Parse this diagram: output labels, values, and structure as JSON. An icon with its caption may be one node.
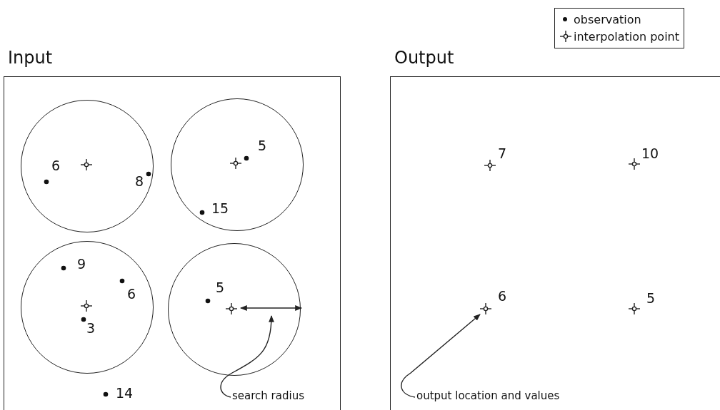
{
  "diagram": {
    "nodes": [
      {
        "text": [
          "Input"
        ]
      },
      {
        "text": [],
        "shape": "circle",
        "in": 0
      },
      {
        "text": [],
        "shape": "circle",
        "in": 0
      },
      {
        "text": [],
        "shape": "circle",
        "in": 0
      },
      {
        "text": [],
        "shape": "circle",
        "in": 0
      },
      {
        "text": [
          "search radius"
        ],
        "in": 0
      },
      {
        "text": [
          "Output"
        ]
      },
      {
        "text": [],
        "shape": "cross",
        "in": 6
      },
      {
        "text": [
          "output location and values"
        ],
        "in": 6
      }
    ],
    "edges": [
      {
        "from": 5,
        "to": 4,
        "arrow": "to"
      },
      {
        "from": 8,
        "to": 7,
        "arrow": "to"
      }
    ],
    "labels": [
      "6",
      "8",
      "5",
      "15",
      "9",
      "6",
      "3",
      "5",
      "14",
      "7",
      "10",
      "6",
      "5"
    ],
    "legend": [
      {
        "text": "observation"
      },
      {
        "text": "interpolation point"
      }
    ]
  }
}
